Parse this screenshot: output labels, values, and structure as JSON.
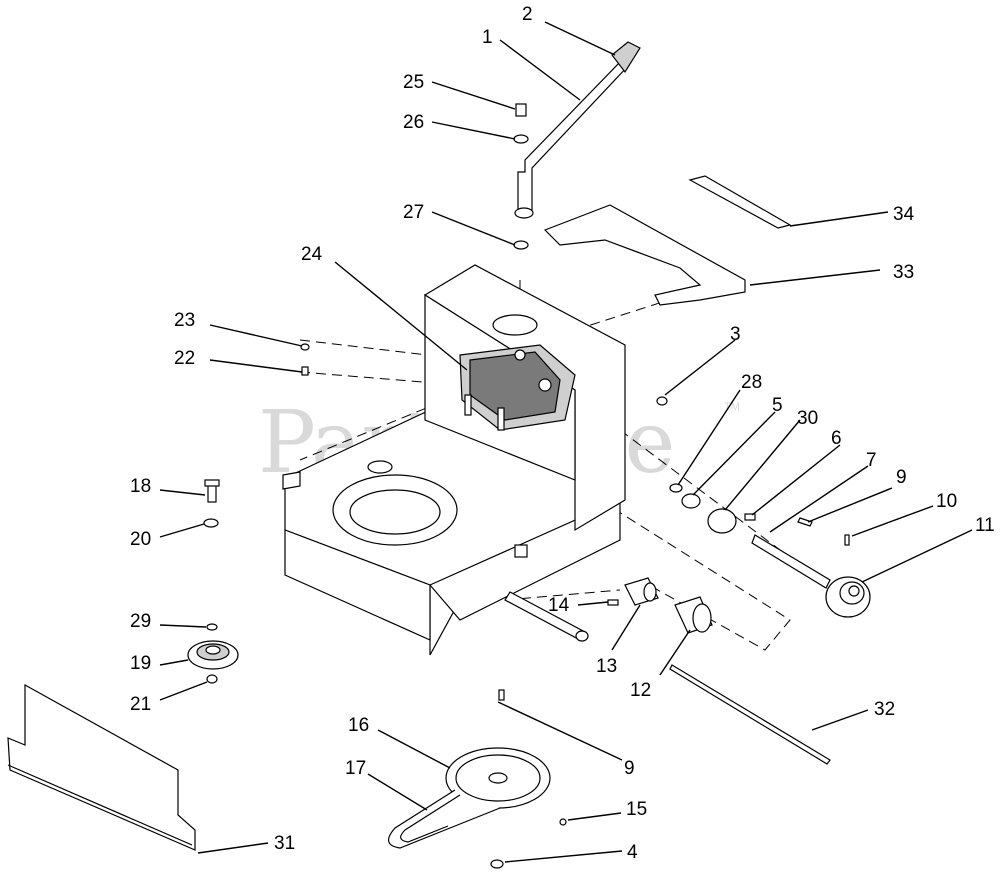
{
  "watermark": {
    "text": "PartsTree",
    "trademark": "TM"
  },
  "callouts": [
    {
      "id": "c1",
      "label": "1"
    },
    {
      "id": "c2",
      "label": "2"
    },
    {
      "id": "c3",
      "label": "3"
    },
    {
      "id": "c4",
      "label": "4"
    },
    {
      "id": "c5",
      "label": "5"
    },
    {
      "id": "c6",
      "label": "6"
    },
    {
      "id": "c7",
      "label": "7"
    },
    {
      "id": "c9a",
      "label": "9"
    },
    {
      "id": "c9b",
      "label": "9"
    },
    {
      "id": "c10",
      "label": "10"
    },
    {
      "id": "c11",
      "label": "11"
    },
    {
      "id": "c12",
      "label": "12"
    },
    {
      "id": "c13",
      "label": "13"
    },
    {
      "id": "c14",
      "label": "14"
    },
    {
      "id": "c15",
      "label": "15"
    },
    {
      "id": "c16",
      "label": "16"
    },
    {
      "id": "c17",
      "label": "17"
    },
    {
      "id": "c18",
      "label": "18"
    },
    {
      "id": "c19",
      "label": "19"
    },
    {
      "id": "c20",
      "label": "20"
    },
    {
      "id": "c21",
      "label": "21"
    },
    {
      "id": "c22",
      "label": "22"
    },
    {
      "id": "c23",
      "label": "23"
    },
    {
      "id": "c24",
      "label": "24"
    },
    {
      "id": "c25",
      "label": "25"
    },
    {
      "id": "c26",
      "label": "26"
    },
    {
      "id": "c27",
      "label": "27"
    },
    {
      "id": "c28",
      "label": "28"
    },
    {
      "id": "c29",
      "label": "29"
    },
    {
      "id": "c30",
      "label": "30"
    },
    {
      "id": "c31",
      "label": "31"
    },
    {
      "id": "c32",
      "label": "32"
    },
    {
      "id": "c33",
      "label": "33"
    },
    {
      "id": "c34",
      "label": "34"
    }
  ]
}
